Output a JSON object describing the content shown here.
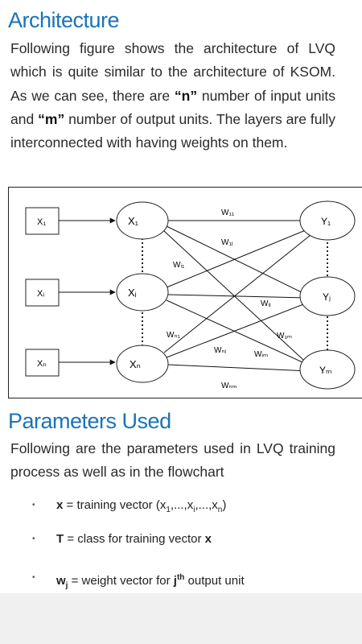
{
  "heading_architecture": "Architecture",
  "para1": {
    "t1": "Following figure shows the architecture of LVQ which is quite similar to the architecture of KSOM. As we can see, there are ",
    "n_bold": "“n”",
    "t2": " number of input units and ",
    "m_bold": "“m”",
    "t3": " number of output units. The layers are fully interconnected with having weights on them."
  },
  "figure": {
    "inputs": [
      "X₁",
      "Xᵢ",
      "Xₙ"
    ],
    "hidden": [
      "X₁",
      "Xᵢ",
      "Xₙ"
    ],
    "outputs": [
      "Y₁",
      "Yⱼ",
      "Yₘ"
    ],
    "weights": {
      "w11": "W₁₁",
      "w1j": "W₁ⱼ",
      "wi1": "Wᵢ₁",
      "wij": "Wᵢⱼ",
      "w1m": "W₁ₘ",
      "wn1": "Wₙ₁",
      "wnj": "Wₙⱼ",
      "wim": "Wᵢₘ",
      "wnm": "Wₙₘ"
    }
  },
  "heading_parameters": "Parameters Used",
  "para2": "Following are the parameters used in LVQ training process as well as in the flowchart",
  "params": {
    "x_sym": "x",
    "x_def": " = training vector (x",
    "x_s1": "1",
    "x_m1": ",...,x",
    "x_si": "i",
    "x_m2": ",...,x",
    "x_sn": "n",
    "x_end": ")",
    "t_sym": "T",
    "t_def": " = class for training vector ",
    "t_x": "x",
    "w_sym": "w",
    "w_sub": "j",
    "w_def1": " = weight vector for ",
    "w_j": "j",
    "w_th": "th",
    "w_def2": " output unit"
  }
}
